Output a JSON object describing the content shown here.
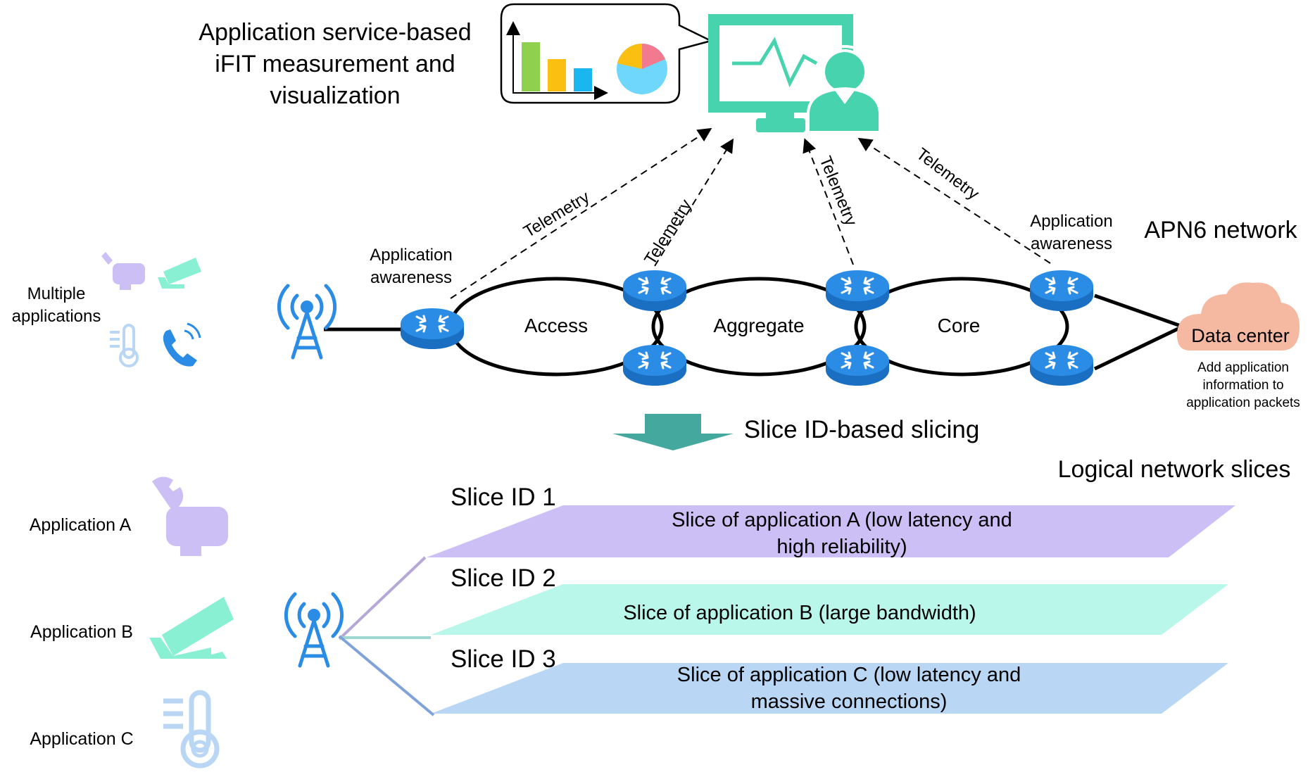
{
  "header": {
    "title_line1": "Application service-based",
    "title_line2": "iFIT measurement and",
    "title_line3": "visualization"
  },
  "network": {
    "name": "APN6 network",
    "telemetry_label": "Telemetry",
    "app_awareness_line1": "Application",
    "app_awareness_line2": "awareness",
    "segments": {
      "access": "Access",
      "aggregate": "Aggregate",
      "core": "Core"
    },
    "data_center": {
      "label": "Data center",
      "note_line1": "Add application",
      "note_line2": "information to",
      "note_line3": "application packets"
    },
    "apps_label_line1": "Multiple",
    "apps_label_line2": "applications"
  },
  "slicing": {
    "label": "Slice ID-based slicing",
    "logical_label": "Logical network slices"
  },
  "slices": [
    {
      "id_label": "Slice ID 1",
      "desc_line1": "Slice of application A (low latency and",
      "desc_line2": "high reliability)",
      "color": "#cbbff5"
    },
    {
      "id_label": "Slice ID 2",
      "desc_line1": "Slice of application B (large bandwidth)",
      "desc_line2": "",
      "color": "#b8f7ea"
    },
    {
      "id_label": "Slice ID 3",
      "desc_line1": "Slice of application C (low latency and",
      "desc_line2": "massive connections)",
      "color": "#b9d7f5"
    }
  ],
  "applications": [
    {
      "label": "Application A",
      "icon": "wrench-hand-icon"
    },
    {
      "label": "Application B",
      "icon": "camera-icon"
    },
    {
      "label": "Application C",
      "icon": "thermometer-icon"
    }
  ],
  "colors": {
    "router": "#2b8ce6",
    "monitor": "#47d3ad",
    "arrow": "#45a89e",
    "data_center": "#f5b8a0",
    "antenna": "#2b8ce6"
  }
}
